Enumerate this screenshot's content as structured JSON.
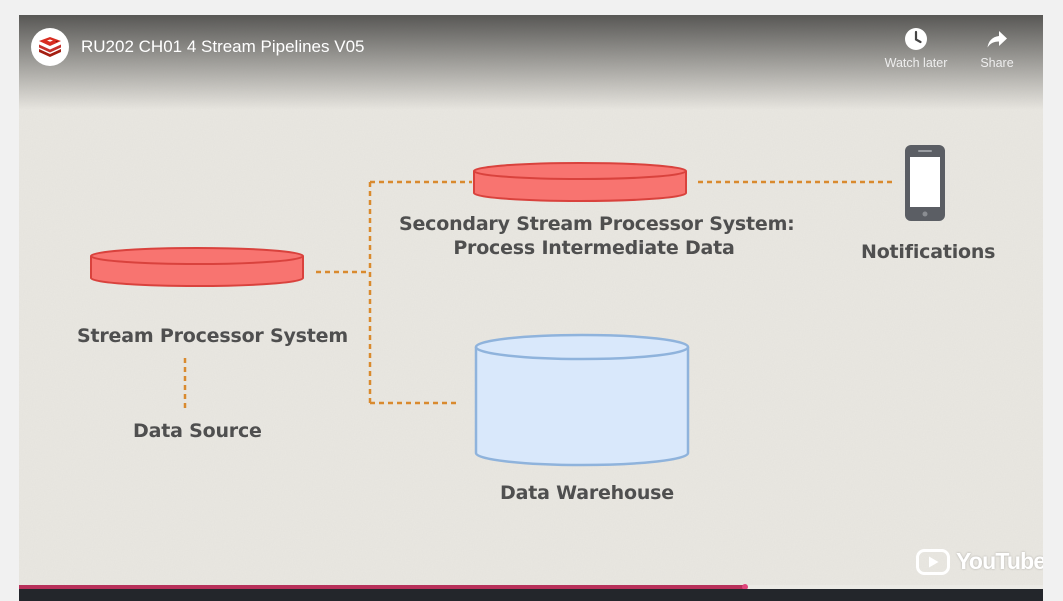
{
  "header": {
    "title": "RU202 CH01 4 Stream Pipelines V05",
    "channel_icon": "redis-logo-icon",
    "watch_later_label": "Watch later",
    "share_label": "Share"
  },
  "slide": {
    "secondary_line1": "Secondary Stream Processor System:",
    "secondary_line2": "Process Intermediate Data",
    "notifications": "Notifications",
    "stream_processor": "Stream Processor System",
    "data_source": "Data Source",
    "data_warehouse": "Data Warehouse",
    "colors": {
      "disk_fill": "#f87470",
      "disk_stroke": "#d9423d",
      "warehouse_fill": "#d9e8fb",
      "warehouse_stroke": "#8fb3dc",
      "connector": "#d98a2e",
      "phone_body": "#5b5e64",
      "label_text": "#4f4f4f"
    }
  },
  "branding": {
    "logo_text": "YouTube"
  },
  "player": {
    "progress": 0.709,
    "progress_color": "#b8305a",
    "icons": [
      "clock-icon",
      "share-arrow-icon",
      "youtube-play-icon"
    ]
  }
}
